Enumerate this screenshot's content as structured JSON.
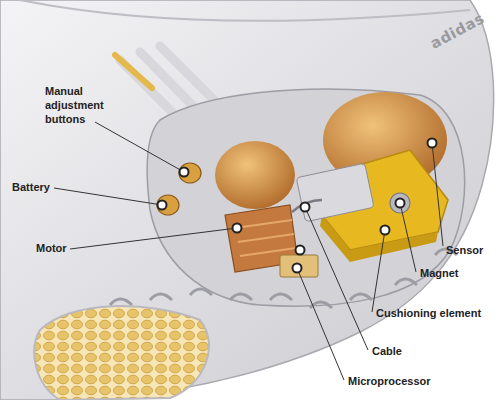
{
  "diagram": {
    "labels": [
      "Manual adjustment buttons",
      "Battery",
      "Motor",
      "Sensor",
      "Magnet",
      "Cushioning element",
      "Cable",
      "Microprocessor",
      "adidas"
    ]
  }
}
